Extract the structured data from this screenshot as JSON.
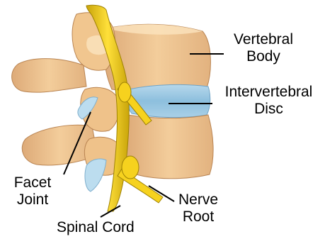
{
  "labels": {
    "vertebral_body": [
      "Vertebral",
      "Body"
    ],
    "intervertebral_disc": [
      "Intervertebral",
      "Disc"
    ],
    "facet_joint": [
      "Facet",
      "Joint"
    ],
    "nerve_root": [
      "Nerve",
      "Root"
    ],
    "spinal_cord": "Spinal Cord"
  },
  "colors": {
    "bone": "#F0C896",
    "bone_shadow": "#C99666",
    "bone_light": "#FBE3BE",
    "disc": "#8FC0DE",
    "disc_light": "#C9E3F2",
    "nerve": "#F2C90F",
    "nerve_dark": "#A88A06",
    "leader_line": "#000000"
  }
}
